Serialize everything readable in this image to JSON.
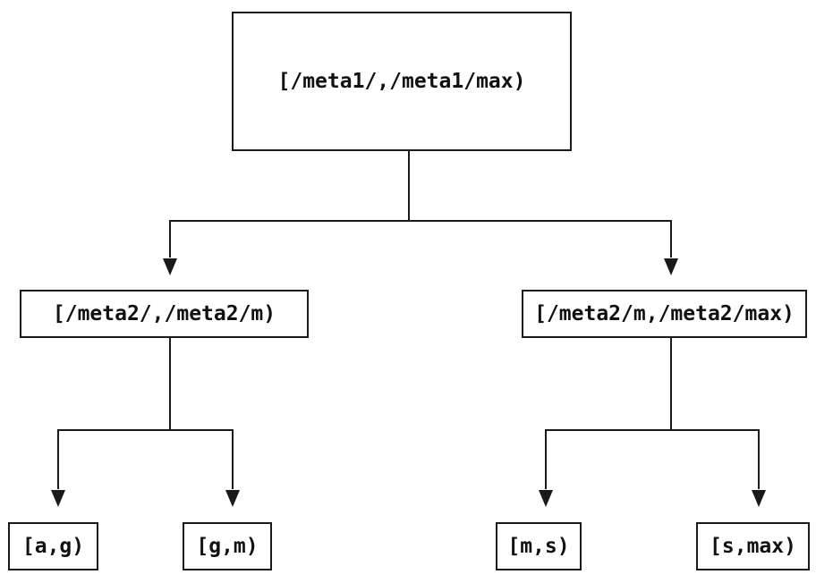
{
  "diagram": {
    "type": "tree",
    "background_color": "#ffffff",
    "line_color": "#1a1a1a",
    "nodes": [
      {
        "id": "root",
        "label": "[/meta1/,/meta1/max)",
        "level": 0
      },
      {
        "id": "left-mid",
        "label": "[/meta2/,/meta2/m)",
        "level": 1,
        "parent": "root"
      },
      {
        "id": "right-mid",
        "label": "[/meta2/m,/meta2/max)",
        "level": 1,
        "parent": "root"
      },
      {
        "id": "leaf-ag",
        "label": "[a,g)",
        "level": 2,
        "parent": "left-mid"
      },
      {
        "id": "leaf-gm",
        "label": "[g,m)",
        "level": 2,
        "parent": "left-mid"
      },
      {
        "id": "leaf-ms",
        "label": "[m,s)",
        "level": 2,
        "parent": "right-mid"
      },
      {
        "id": "leaf-smax",
        "label": "[s,max)",
        "level": 2,
        "parent": "right-mid"
      }
    ]
  }
}
